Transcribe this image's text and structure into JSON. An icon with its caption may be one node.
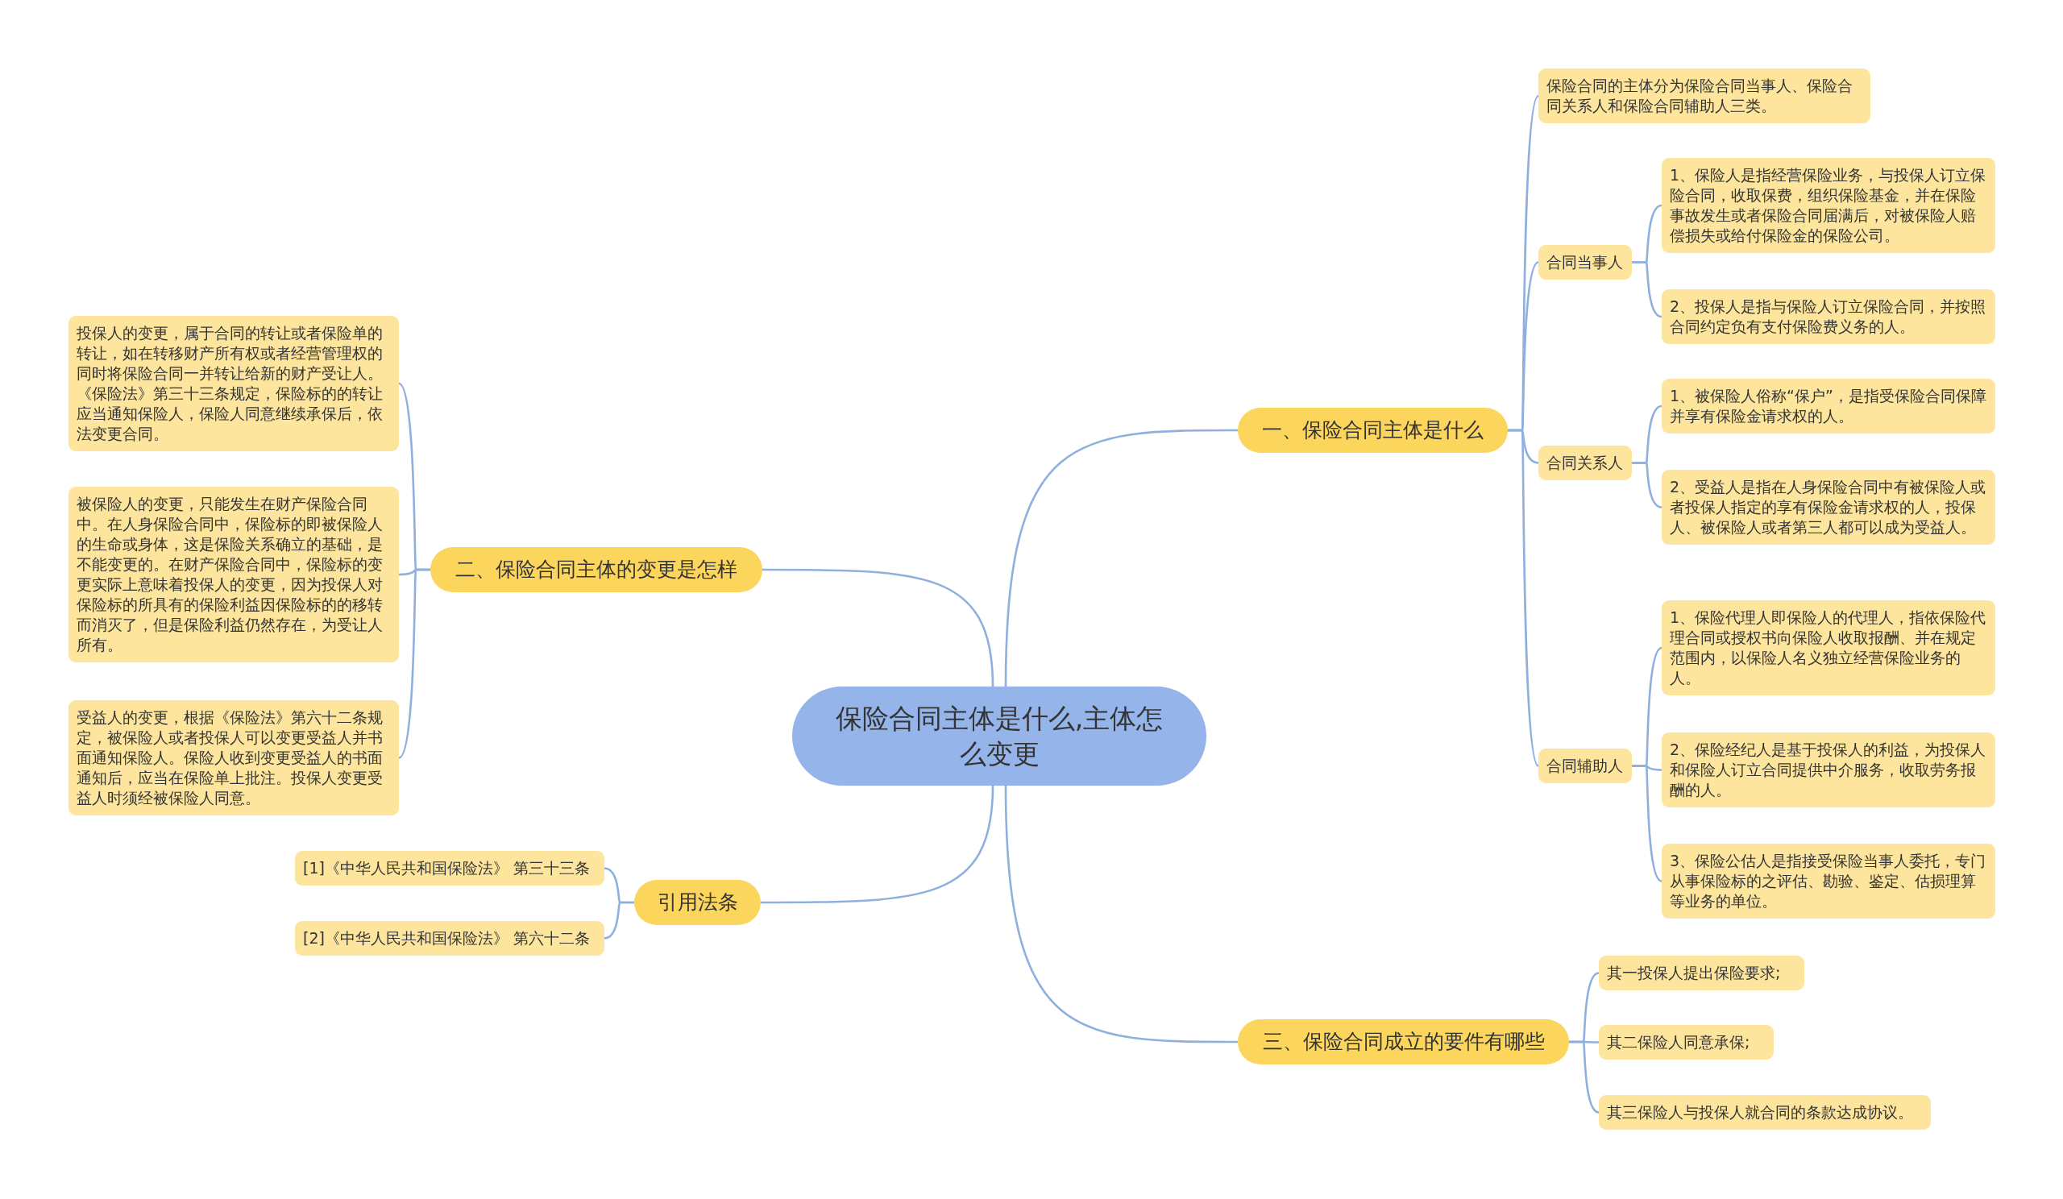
{
  "diagram": {
    "nodes": [
      {
        "text": [
          "保险合同主体是什么,主体怎么变更"
        ]
      },
      {
        "text": [
          "一、保险合同主体是什么"
        ]
      },
      {
        "text": [
          "保险合同的主体分为保险合同当事人、保险合同关系人和保险合同辅助人三类。"
        ]
      },
      {
        "text": [
          "合同当事人"
        ]
      },
      {
        "text": [
          "1、保险人是指经营保险业务，与投保人订立保险合同，收取保费，组织保险基金，并在保险事故发生或者保险合同届满后，对被保险人赔偿损失或给付保险金的保险公司。"
        ]
      },
      {
        "text": [
          "2、投保人是指与保险人订立保险合同，并按照合同约定负有支付保险费义务的人。"
        ]
      },
      {
        "text": [
          "合同关系人"
        ]
      },
      {
        "text": [
          "1、被保险人俗称“保户”，是指受保险合同保障并享有保险金请求权的人。"
        ]
      },
      {
        "text": [
          "2、受益人是指在人身保险合同中有被保险人或者投保人指定的享有保险金请求权的人，投保人、被保险人或者第三人都可以成为受益人。"
        ]
      },
      {
        "text": [
          "合同辅助人"
        ]
      },
      {
        "text": [
          "1、保险代理人即保险人的代理人，指依保险代理合同或授权书向保险人收取报酬、并在规定范围内，以保险人名义独立经营保险业务的人。"
        ]
      },
      {
        "text": [
          "2、保险经纪人是基于投保人的利益，为投保人和保险人订立合同提供中介服务，收取劳务报酬的人。"
        ]
      },
      {
        "text": [
          "3、保险公估人是指接受保险当事人委托，专门从事保险标的之评估、勘验、鉴定、估损理算等业务的单位。"
        ]
      },
      {
        "text": [
          "三、保险合同成立的要件有哪些"
        ]
      },
      {
        "text": [
          "其一投保人提出保险要求;"
        ]
      },
      {
        "text": [
          "其二保险人同意承保;"
        ]
      },
      {
        "text": [
          "其三保险人与投保人就合同的条款达成协议。"
        ]
      },
      {
        "text": [
          "二、保险合同主体的变更是怎样"
        ]
      },
      {
        "text": [
          "投保人的变更，属于合同的转让或者保险单的转让，如在转移财产所有权或者经营管理权的同时将保险合同一并转让给新的财产受让人。《保险法》第三十三条规定，保险标的的转让应当通知保险人，保险人同意继续承保后，依法变更合同。"
        ]
      },
      {
        "text": [
          "被保险人的变更，只能发生在财产保险合同中。在人身保险合同中，保险标的即被保险人的生命或身体，这是保险关系确立的基础，是不能变更的。在财产保险合同中，保险标的变更实际上意味着投保人的变更，因为投保人对保险标的所具有的保险利益因保险标的的移转而消灭了，但是保险利益仍然存在，为受让人所有。"
        ]
      },
      {
        "text": [
          "受益人的变更，根据《保险法》第六十二条规定，被保险人或者投保人可以变更受益人并书面通知保险人。保险人收到变更受益人的书面通知后，应当在保险单上批注。投保人变更受益人时须经被保险人同意。"
        ]
      },
      {
        "text": [
          "引用法条"
        ]
      },
      {
        "text": [
          "[1]《中华人民共和国保险法》 第三十三条"
        ]
      },
      {
        "text": [
          "[2]《中华人民共和国保险法》 第六十二条"
        ]
      }
    ],
    "edges": [
      {
        "from": 0,
        "to": 1,
        "arrow": "none"
      },
      {
        "from": 1,
        "to": 2,
        "arrow": "none"
      },
      {
        "from": 1,
        "to": 3,
        "arrow": "none"
      },
      {
        "from": 3,
        "to": 4,
        "arrow": "none"
      },
      {
        "from": 3,
        "to": 5,
        "arrow": "none"
      },
      {
        "from": 1,
        "to": 6,
        "arrow": "none"
      },
      {
        "from": 6,
        "to": 7,
        "arrow": "none"
      },
      {
        "from": 6,
        "to": 8,
        "arrow": "none"
      },
      {
        "from": 1,
        "to": 9,
        "arrow": "none"
      },
      {
        "from": 9,
        "to": 10,
        "arrow": "none"
      },
      {
        "from": 9,
        "to": 11,
        "arrow": "none"
      },
      {
        "from": 9,
        "to": 12,
        "arrow": "none"
      },
      {
        "from": 0,
        "to": 13,
        "arrow": "none"
      },
      {
        "from": 13,
        "to": 14,
        "arrow": "none"
      },
      {
        "from": 13,
        "to": 15,
        "arrow": "none"
      },
      {
        "from": 13,
        "to": 16,
        "arrow": "none"
      },
      {
        "from": 0,
        "to": 17,
        "arrow": "none"
      },
      {
        "from": 17,
        "to": 18,
        "arrow": "none"
      },
      {
        "from": 17,
        "to": 19,
        "arrow": "none"
      },
      {
        "from": 17,
        "to": 20,
        "arrow": "none"
      },
      {
        "from": 0,
        "to": 21,
        "arrow": "none"
      },
      {
        "from": 21,
        "to": 22,
        "arrow": "none"
      },
      {
        "from": 21,
        "to": 23,
        "arrow": "none"
      }
    ]
  }
}
